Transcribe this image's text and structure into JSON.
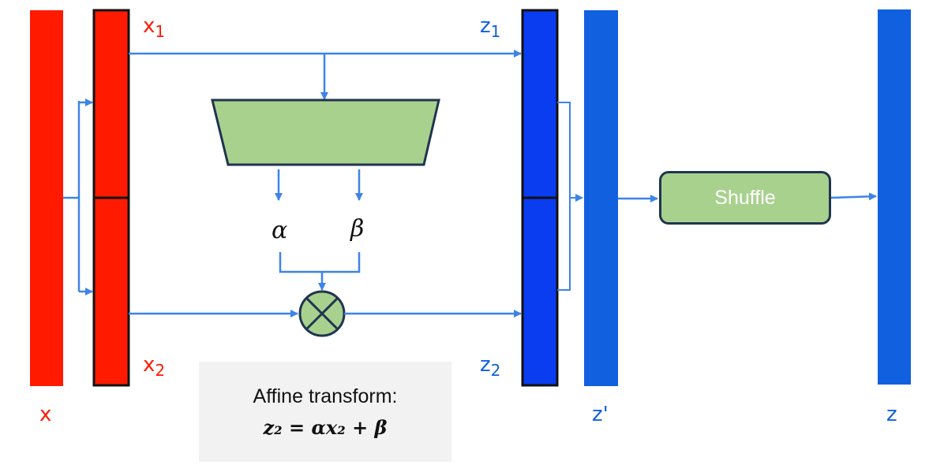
{
  "labels": {
    "x": "x",
    "x1_base": "x",
    "x1_sub": "1",
    "x2_base": "x",
    "x2_sub": "2",
    "z1_base": "z",
    "z1_sub": "1",
    "z2_base": "z",
    "z2_sub": "2",
    "z_prime": "z'",
    "z": "z",
    "alpha": "α",
    "beta": "β"
  },
  "shuffle": {
    "label": "Shuffle"
  },
  "caption": {
    "title": "Affine transform:",
    "equation": "z₂ = αx₂ + β"
  },
  "colors": {
    "red": "#ff1a00",
    "blue": "#1060e0",
    "arrow": "#3d84e8",
    "green": "#a9d18e",
    "outline": "#1f3550",
    "caption_bg": "#f2f2f2"
  }
}
